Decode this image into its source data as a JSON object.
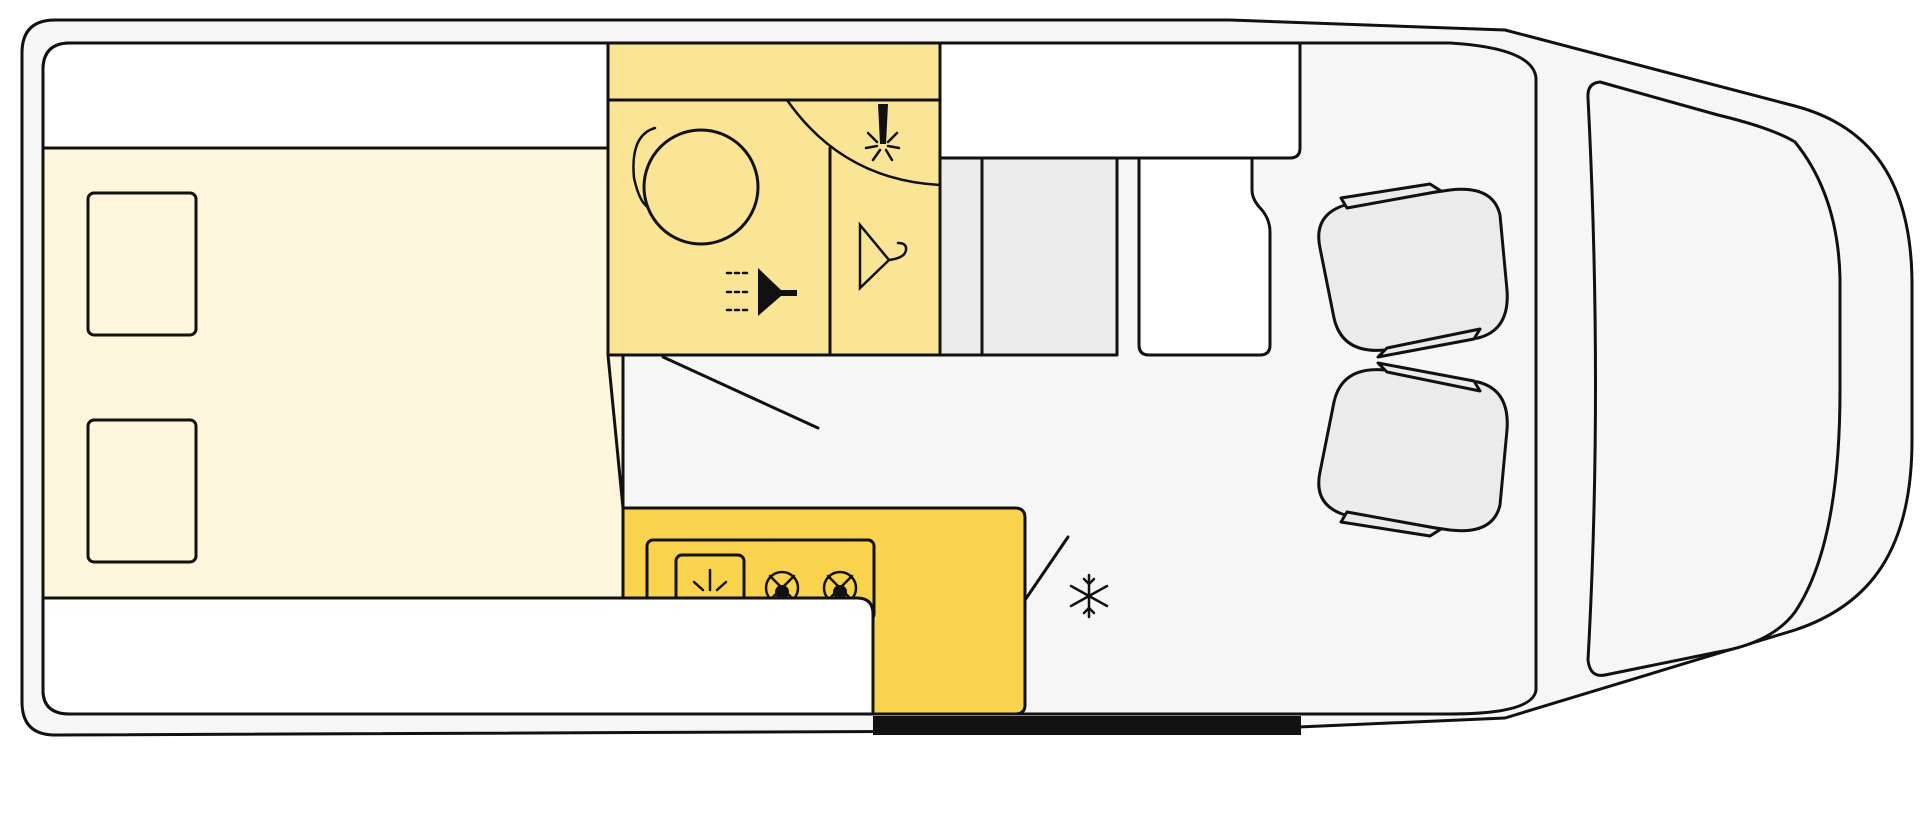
{
  "plan": {
    "colors": {
      "outline": "#111111",
      "body": "#f6f6f6",
      "bed": "#fdf5dc",
      "white_furniture": "#ffffff",
      "bathroom": "#fae597",
      "kitchen": "#f9d34d",
      "grey_cabinet": "#ececec",
      "seat": "#ebebeb",
      "door_sill": "#111111"
    },
    "areas": [
      "rear-bed",
      "washroom",
      "wardrobe",
      "wardrobe-cabinet",
      "kitchen-block",
      "hob",
      "fridge",
      "driver-seat",
      "passenger-seat",
      "cab-windshield",
      "sliding-door"
    ],
    "icons": [
      "toilet-icon",
      "shower-icon",
      "ceiling-light-icon",
      "clothes-hanger-icon",
      "sink-icon",
      "stove-burner-icon",
      "snowflake-icon"
    ]
  }
}
